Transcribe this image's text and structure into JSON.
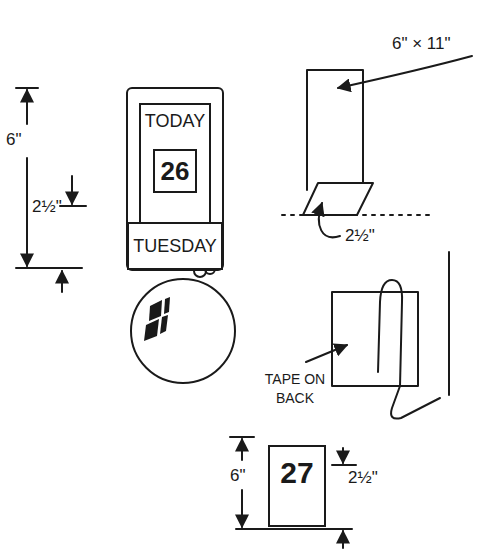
{
  "diagram": {
    "nodes": [
      {
        "text": [
          "TODAY"
        ]
      },
      {
        "text": [
          "26"
        ],
        "in": 0
      },
      {
        "text": [
          "TUESDAY"
        ]
      },
      {
        "text": [
          "27"
        ]
      }
    ],
    "labels": [
      "6\"",
      "2½\"",
      "6\" × 11\"",
      "2½\"",
      "TAPE ON BACK",
      "6\"",
      "2½\""
    ]
  }
}
